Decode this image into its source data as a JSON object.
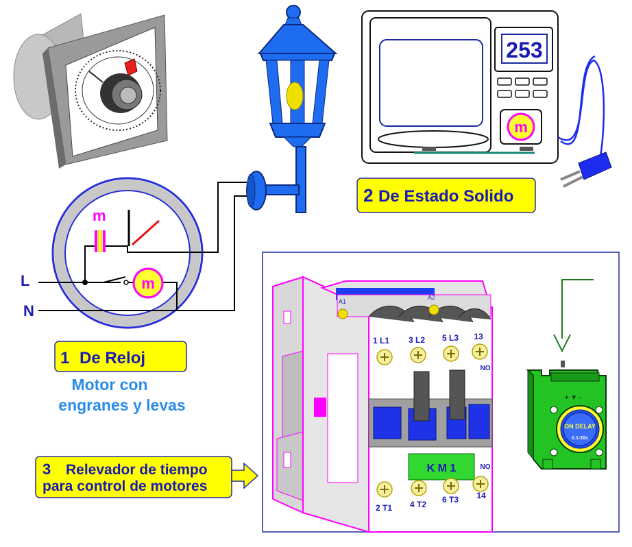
{
  "labels": {
    "reloj_num": "1",
    "reloj_text": "De Reloj",
    "estado_num": "2",
    "estado_text": "De Estado Solido",
    "relevador_num": "3",
    "relevador_line1": "Relevador de tiempo",
    "relevador_line2": "para control de motores",
    "motor_line1": "Motor con",
    "motor_line2": "engranes y levas"
  },
  "circuit": {
    "line_l": "L",
    "line_n": "N",
    "contact_label": "m",
    "motor_label": "m"
  },
  "microwave": {
    "display": "253",
    "motor_label": "m"
  },
  "contactor": {
    "a1": "A1",
    "a2": "A2",
    "top_terminals": [
      "1 L1",
      "3 L2",
      "5 L3",
      "13"
    ],
    "top_no": "NO",
    "bottom_terminals": [
      "2 T1",
      "4 T2",
      "6 T3",
      "14"
    ],
    "bottom_no": "NO",
    "name_plate": "K M 1"
  },
  "timer_module": {
    "mode": "ON DELAY",
    "range": "0.1-30s",
    "scale_symbols": "+ ▼ -"
  },
  "colors": {
    "label_fill": "#ffff00",
    "label_border": "#2a2aa0",
    "label_text": "#1a1ab4",
    "motor_text": "#2a8ce8",
    "wire": "#000000",
    "lamp_blue": "#1e6cf0",
    "contactor_outline": "#ff00ff",
    "module_green": "#22c322",
    "arrow_green": "#1f7a1f"
  }
}
